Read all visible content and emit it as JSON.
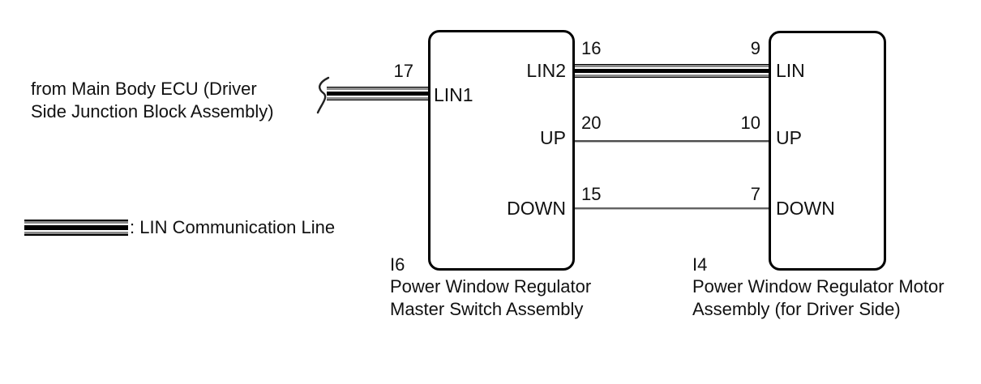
{
  "diagram": {
    "source_note": {
      "line1": "from Main Body ECU (Driver",
      "line2": "Side Junction Block Assembly)"
    },
    "legend": {
      "label": ": LIN Communication Line",
      "symbol": "lin-communication-line-sample"
    },
    "boxes": {
      "master": {
        "code": "I6",
        "name_line1": "Power Window Regulator",
        "name_line2": "Master Switch Assembly",
        "pins": {
          "lin1": {
            "num": "17",
            "label": "LIN1"
          },
          "lin2": {
            "num": "16",
            "label": "LIN2"
          },
          "up": {
            "num": "20",
            "label": "UP"
          },
          "down": {
            "num": "15",
            "label": "DOWN"
          }
        }
      },
      "motor": {
        "code": "I4",
        "name_line1": "Power Window Regulator Motor",
        "name_line2": "Assembly (for Driver Side)",
        "pins": {
          "lin": {
            "num": "9",
            "label": "LIN"
          },
          "up": {
            "num": "10",
            "label": "UP"
          },
          "down": {
            "num": "7",
            "label": "DOWN"
          }
        }
      }
    },
    "colors": {
      "background": "#ffffff",
      "box_border": "#000000",
      "text": "#111111",
      "lin_line_black": "#000000",
      "lin_line_gray": "#8a8a8a",
      "wire_gray": "#4d4d4d"
    }
  }
}
